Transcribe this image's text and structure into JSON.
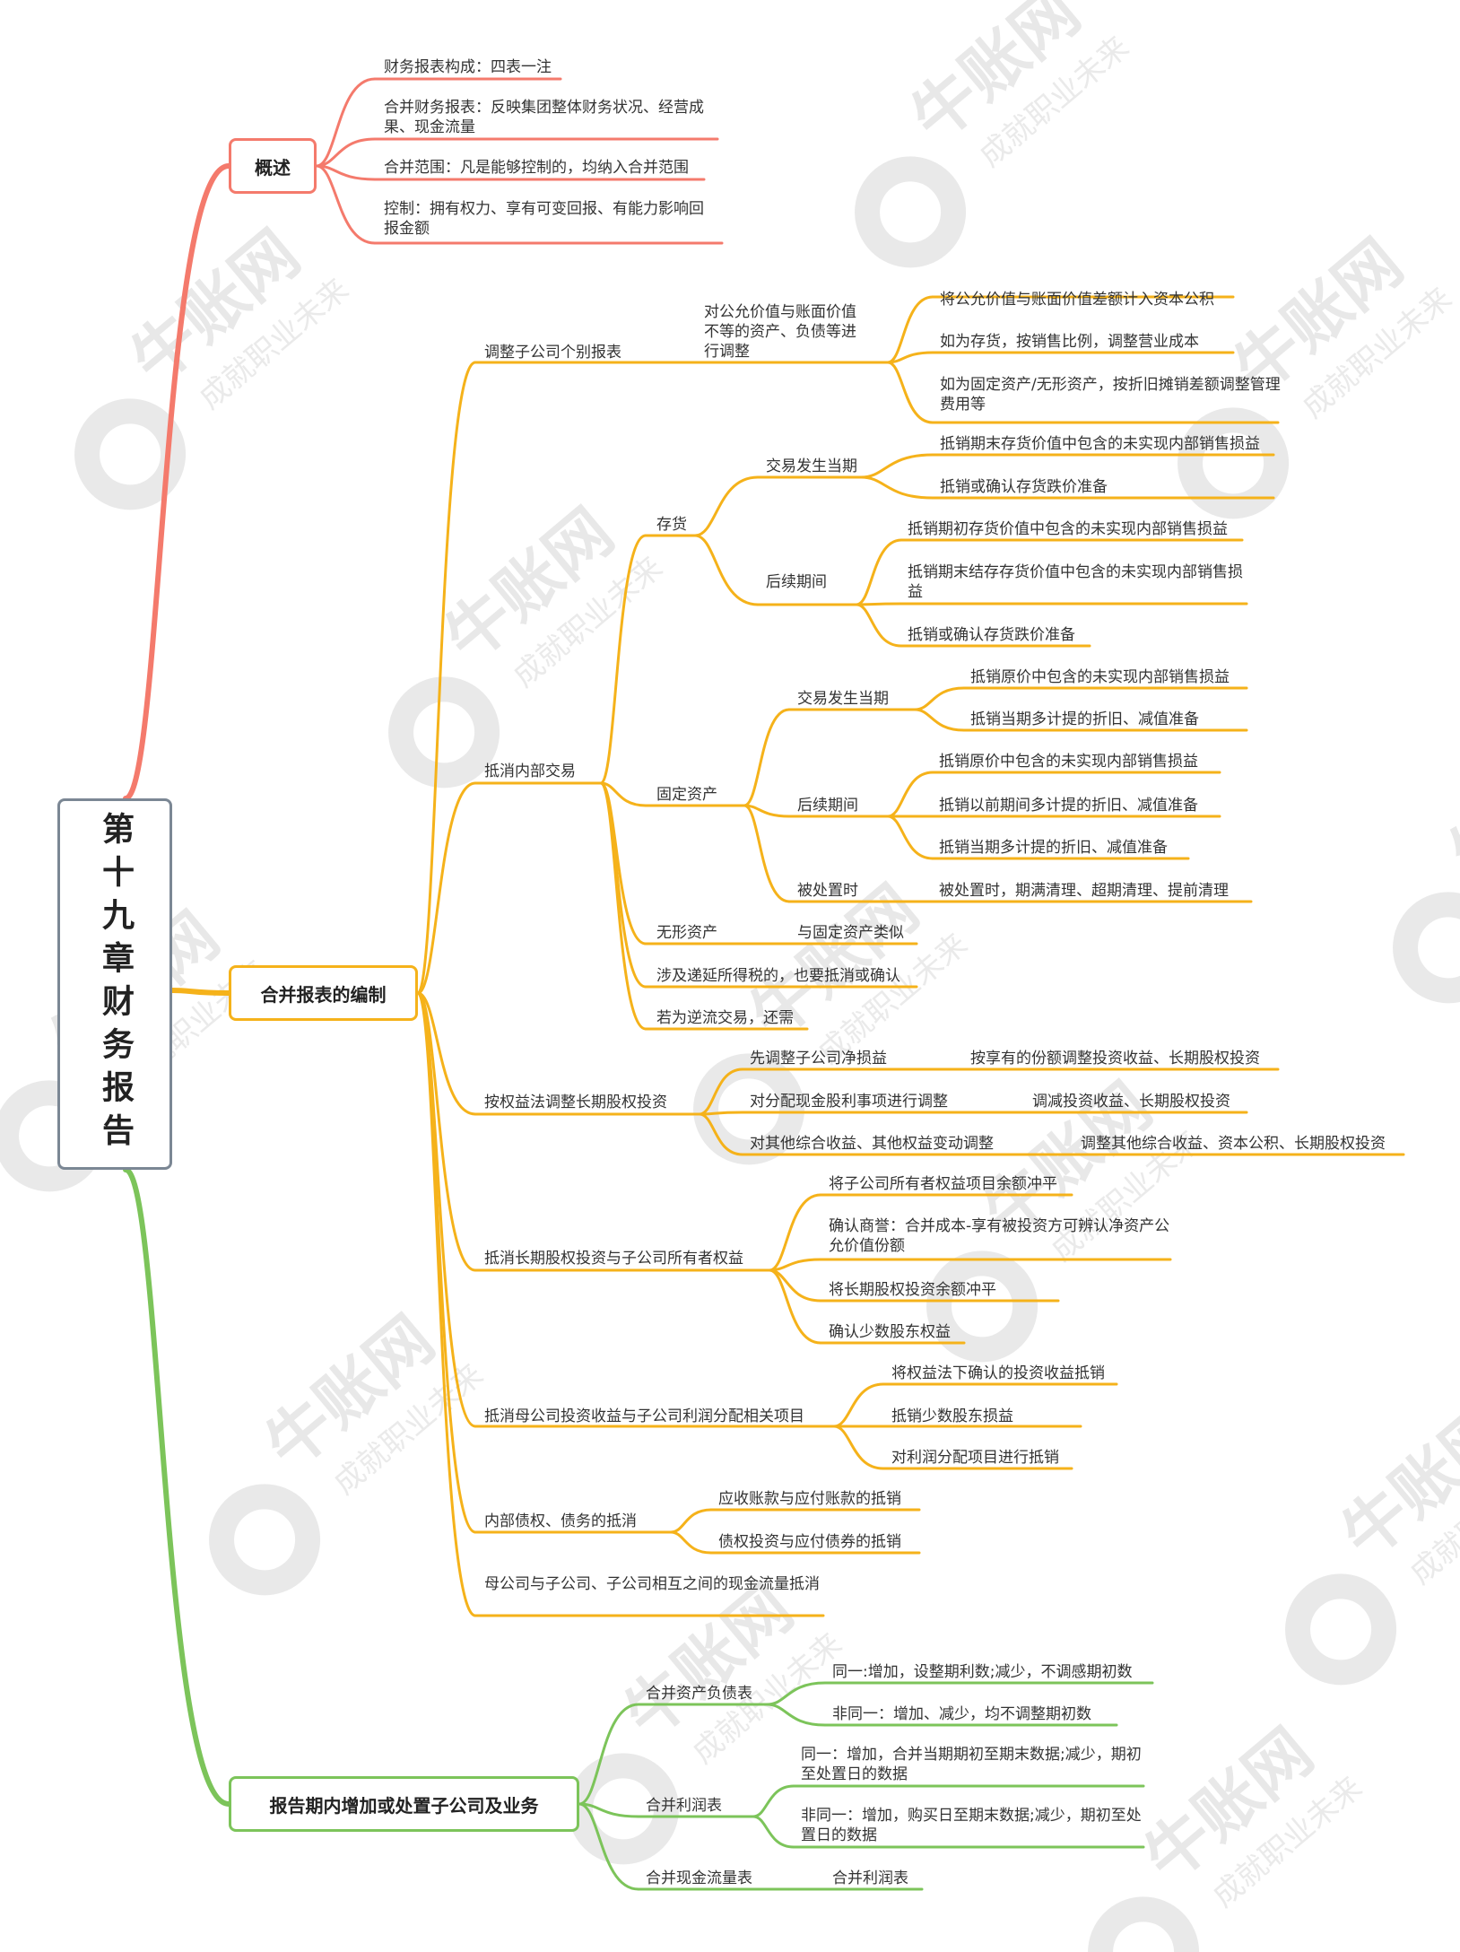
{
  "root": {
    "label": "第十九章财务报告"
  },
  "watermark": {
    "brand": "牛账网",
    "slogan": "成就职业未来"
  },
  "colors": {
    "root_border": "#7b8794",
    "gaishu": "#f47a6c",
    "bianzhi": "#f5b21a",
    "baogao": "#7cc45a"
  },
  "branches": {
    "gaishu": {
      "label": "概述",
      "items": [
        "财务报表构成：四表一注",
        "合并财务报表：反映集团整体财务状况、经营成果、现金流量",
        "合并范围：凡是能够控制的，均纳入合并范围",
        "控制：拥有权力、享有可变回报、有能力影响回报金额"
      ]
    },
    "bianzhi": {
      "label": "合并报表的编制",
      "tiaozheng": {
        "label": "调整子公司个别报表",
        "sub": "对公允价值与账面价值不等的资产、负债等进行调整",
        "items": [
          "将公允价值与账面价值差额计入资本公积",
          "如为存货，按销售比例，调整营业成本",
          "如为固定资产/无形资产，按折旧摊销差额调整管理费用等"
        ]
      },
      "dixiao": {
        "label": "抵消内部交易",
        "cunhuo": {
          "label": "存货",
          "dangqi": {
            "label": "交易发生当期",
            "items": [
              "抵销期末存货价值中包含的未实现内部销售损益",
              "抵销或确认存货跌价准备"
            ]
          },
          "houxu": {
            "label": "后续期间",
            "items": [
              "抵销期初存货价值中包含的未实现内部销售损益",
              "抵销期末结存存货价值中包含的未实现内部销售损益",
              "抵销或确认存货跌价准备"
            ]
          }
        },
        "guding": {
          "label": "固定资产",
          "dangqi": {
            "label": "交易发生当期",
            "items": [
              "抵销原价中包含的未实现内部销售损益",
              "抵销当期多计提的折旧、减值准备"
            ]
          },
          "houxu": {
            "label": "后续期间",
            "items": [
              "抵销原价中包含的未实现内部销售损益",
              "抵销以前期间多计提的折旧、减值准备",
              "抵销当期多计提的折旧、减值准备"
            ]
          },
          "chuzhi": {
            "label": "被处置时",
            "item": "被处置时，期满清理、超期清理、提前清理"
          }
        },
        "wuxing": {
          "label": "无形资产",
          "item": "与固定资产类似"
        },
        "suodeshui": "涉及递延所得税的，也要抵消或确认",
        "niliu": "若为逆流交易，还需"
      },
      "quanyi": {
        "label": "按权益法调整长期股权投资",
        "rows": [
          {
            "label": "先调整子公司净损益",
            "item": "按享有的份额调整投资收益、长期股权投资"
          },
          {
            "label": "对分配现金股利事项进行调整",
            "item": "调减投资收益、长期股权投资"
          },
          {
            "label": "对其他综合收益、其他权益变动调整",
            "item": "调整其他综合收益、资本公积、长期股权投资"
          }
        ]
      },
      "changqi": {
        "label": "抵消长期股权投资与子公司所有者权益",
        "items": [
          "将子公司所有者权益项目余额冲平",
          "确认商誉：合并成本-享有被投资方可辨认净资产公允价值份额",
          "将长期股权投资余额冲平",
          "确认少数股东权益"
        ]
      },
      "touzi": {
        "label": "抵消母公司投资收益与子公司利润分配相关项目",
        "items": [
          "将权益法下确认的投资收益抵销",
          "抵销少数股东损益",
          "对利润分配项目进行抵销"
        ]
      },
      "zhaiquan": {
        "label": "内部债权、债务的抵消",
        "items": [
          "应收账款与应付账款的抵销",
          "债权投资与应付债券的抵销"
        ]
      },
      "xianjin": "母公司与子公司、子公司相互之间的现金流量抵消"
    },
    "baogao": {
      "label": "报告期内增加或处置子公司及业务",
      "zichan": {
        "label": "合并资产负债表",
        "items": [
          "同一:增加，设整期利数;减少，不调感期初数",
          "非同一：增加、减少，均不调整期初数"
        ]
      },
      "lirun": {
        "label": "合并利润表",
        "items": [
          "同一：增加，合并当期期初至期末数据;减少，期初至处置日的数据",
          "非同一：增加，购买日至期末数据;减少，期初至处置日的数据"
        ]
      },
      "xianjinliu": {
        "label": "合并现金流量表",
        "item": "合并利润表"
      }
    }
  }
}
